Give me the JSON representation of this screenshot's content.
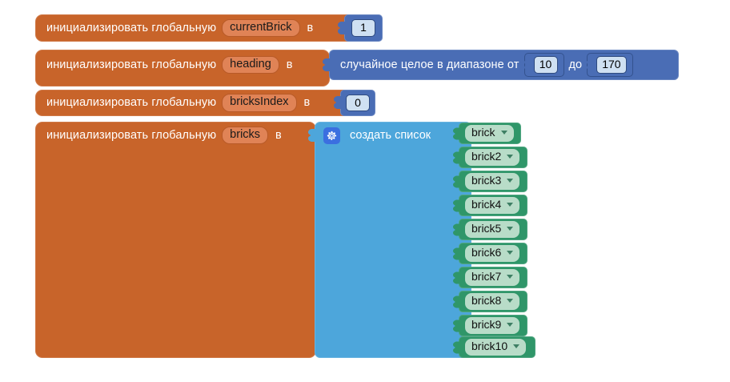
{
  "app": {
    "environment": "MIT App Inventor 2 — Blocks Editor (Russian locale)",
    "background_color": "#ffffff"
  },
  "palette": {
    "variable_block": "#C8642A",
    "variable_pill": "#E08356",
    "math_block": "#4A6DB5",
    "list_block": "#4DA6DB",
    "component_getter": "#2F9669",
    "dropdown_field": "#B8DCC8",
    "number_field": "#CFE0F2",
    "mutator_button": "#3B6FE0"
  },
  "labels": {
    "initialize_global": "инициализировать глобальную",
    "to": "в",
    "random_integer_from": "случайное целое в диапазоне от",
    "until": "до",
    "make_a_list": "создать список"
  },
  "blocks": [
    {
      "id": "init-currentBrick",
      "type": "variable-init",
      "variable": "currentBrick",
      "value_kind": "number",
      "value": "1"
    },
    {
      "id": "init-heading",
      "type": "variable-init",
      "variable": "heading",
      "value_kind": "random-integer",
      "random": {
        "from": "10",
        "to": "170"
      }
    },
    {
      "id": "init-bricksIndex",
      "type": "variable-init",
      "variable": "bricksIndex",
      "value_kind": "number",
      "value": "0"
    },
    {
      "id": "init-bricks",
      "type": "variable-init",
      "variable": "bricks",
      "value_kind": "make-a-list",
      "mutator_icon": "gear-icon"
    }
  ],
  "list_items": [
    {
      "index": 1,
      "label": "brick",
      "dropdown": "chevron-down-icon"
    },
    {
      "index": 2,
      "label": "brick2",
      "dropdown": "chevron-down-icon"
    },
    {
      "index": 3,
      "label": "brick3",
      "dropdown": "chevron-down-icon"
    },
    {
      "index": 4,
      "label": "brick4",
      "dropdown": "chevron-down-icon"
    },
    {
      "index": 5,
      "label": "brick5",
      "dropdown": "chevron-down-icon"
    },
    {
      "index": 6,
      "label": "brick6",
      "dropdown": "chevron-down-icon"
    },
    {
      "index": 7,
      "label": "brick7",
      "dropdown": "chevron-down-icon"
    },
    {
      "index": 8,
      "label": "brick8",
      "dropdown": "chevron-down-icon"
    },
    {
      "index": 9,
      "label": "brick9",
      "dropdown": "chevron-down-icon"
    },
    {
      "index": 10,
      "label": "brick10",
      "dropdown": "chevron-down-icon"
    }
  ]
}
